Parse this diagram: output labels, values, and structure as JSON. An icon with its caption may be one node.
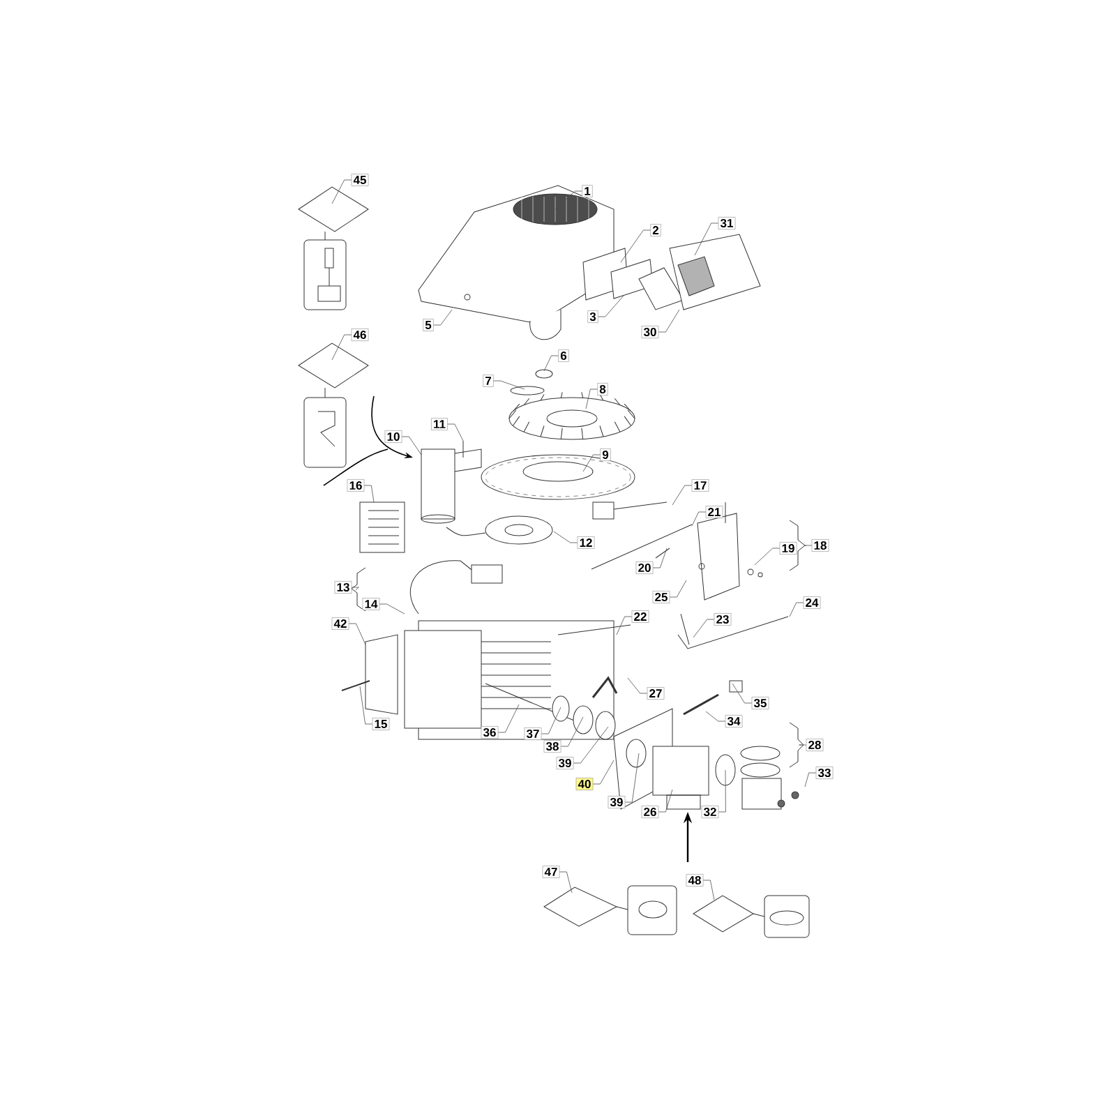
{
  "diagram": {
    "nodes": [
      {
        "text": [
          "45"
        ]
      },
      {
        "text": [
          "1"
        ]
      },
      {
        "text": [
          "2"
        ]
      },
      {
        "text": [
          "31"
        ]
      },
      {
        "text": [
          "3"
        ]
      },
      {
        "text": [
          "30"
        ]
      },
      {
        "text": [
          "5"
        ]
      },
      {
        "text": [
          "46"
        ]
      },
      {
        "text": [
          "6"
        ]
      },
      {
        "text": [
          "7"
        ]
      },
      {
        "text": [
          "8"
        ]
      },
      {
        "text": [
          "11"
        ]
      },
      {
        "text": [
          "10"
        ]
      },
      {
        "text": [
          "9"
        ]
      },
      {
        "text": [
          "16"
        ]
      },
      {
        "text": [
          "17"
        ]
      },
      {
        "text": [
          "21"
        ]
      },
      {
        "text": [
          "12"
        ]
      },
      {
        "text": [
          "18"
        ]
      },
      {
        "text": [
          "19"
        ]
      },
      {
        "text": [
          "20"
        ]
      },
      {
        "text": [
          "25"
        ]
      },
      {
        "text": [
          "13"
        ]
      },
      {
        "text": [
          "14"
        ]
      },
      {
        "text": [
          "22"
        ]
      },
      {
        "text": [
          "23"
        ]
      },
      {
        "text": [
          "24"
        ]
      },
      {
        "text": [
          "42"
        ]
      },
      {
        "text": [
          "27"
        ]
      },
      {
        "text": [
          "35"
        ]
      },
      {
        "text": [
          "34"
        ]
      },
      {
        "text": [
          "15"
        ]
      },
      {
        "text": [
          "36"
        ]
      },
      {
        "text": [
          "37"
        ]
      },
      {
        "text": [
          "38"
        ]
      },
      {
        "text": [
          "28"
        ]
      },
      {
        "text": [
          "39"
        ]
      },
      {
        "text": [
          "33"
        ]
      },
      {
        "text": [
          "40"
        ]
      },
      {
        "text": [
          "39"
        ]
      },
      {
        "text": [
          "26"
        ]
      },
      {
        "text": [
          "32"
        ]
      },
      {
        "text": [
          "47"
        ]
      },
      {
        "text": [
          "48"
        ]
      }
    ],
    "edges": [
      {
        "from": 0,
        "to": null,
        "arrow": "none"
      },
      {
        "from": 1,
        "to": null,
        "arrow": "none"
      },
      {
        "from": 2,
        "to": null,
        "arrow": "none"
      },
      {
        "from": 3,
        "to": null,
        "arrow": "none"
      },
      {
        "from": 4,
        "to": null,
        "arrow": "none"
      },
      {
        "from": 5,
        "to": null,
        "arrow": "none"
      },
      {
        "from": 6,
        "to": null,
        "arrow": "none"
      },
      {
        "from": 7,
        "to": null,
        "arrow": "none"
      },
      {
        "from": 8,
        "to": null,
        "arrow": "none"
      },
      {
        "from": 9,
        "to": null,
        "arrow": "none"
      },
      {
        "from": 10,
        "to": null,
        "arrow": "none"
      },
      {
        "from": 11,
        "to": null,
        "arrow": "none"
      },
      {
        "from": 12,
        "to": null,
        "arrow": "none"
      },
      {
        "from": 13,
        "to": null,
        "arrow": "none"
      },
      {
        "from": 14,
        "to": null,
        "arrow": "none"
      },
      {
        "from": 15,
        "to": null,
        "arrow": "none"
      },
      {
        "from": 16,
        "to": null,
        "arrow": "none"
      },
      {
        "from": 17,
        "to": null,
        "arrow": "none"
      },
      {
        "from": 18,
        "to": null,
        "arrow": "none"
      },
      {
        "from": 19,
        "to": null,
        "arrow": "none"
      },
      {
        "from": 20,
        "to": null,
        "arrow": "none"
      },
      {
        "from": 21,
        "to": null,
        "arrow": "none"
      },
      {
        "from": 22,
        "to": null,
        "arrow": "none"
      },
      {
        "from": 23,
        "to": null,
        "arrow": "none"
      },
      {
        "from": 24,
        "to": null,
        "arrow": "none"
      },
      {
        "from": 25,
        "to": null,
        "arrow": "none"
      },
      {
        "from": 26,
        "to": null,
        "arrow": "none"
      },
      {
        "from": 27,
        "to": null,
        "arrow": "none"
      },
      {
        "from": 28,
        "to": null,
        "arrow": "none"
      },
      {
        "from": 29,
        "to": null,
        "arrow": "none"
      },
      {
        "from": 30,
        "to": null,
        "arrow": "none"
      },
      {
        "from": 31,
        "to": null,
        "arrow": "none"
      },
      {
        "from": 32,
        "to": null,
        "arrow": "none"
      },
      {
        "from": 33,
        "to": null,
        "arrow": "none"
      },
      {
        "from": 34,
        "to": null,
        "arrow": "none"
      },
      {
        "from": 35,
        "to": null,
        "arrow": "none"
      },
      {
        "from": 36,
        "to": null,
        "arrow": "none"
      },
      {
        "from": 37,
        "to": null,
        "arrow": "none"
      },
      {
        "from": 38,
        "to": null,
        "arrow": "none"
      },
      {
        "from": 39,
        "to": null,
        "arrow": "none"
      },
      {
        "from": 40,
        "to": null,
        "arrow": "none"
      },
      {
        "from": 41,
        "to": null,
        "arrow": "none"
      },
      {
        "from": 42,
        "to": null,
        "arrow": "none"
      },
      {
        "from": 43,
        "to": null,
        "arrow": "none"
      }
    ]
  }
}
